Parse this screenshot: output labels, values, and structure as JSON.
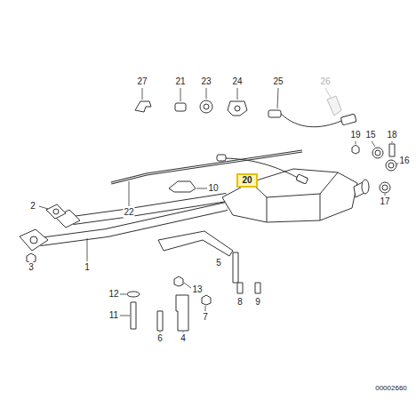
{
  "diagram": {
    "nodes": [
      {
        "text": [
          "20"
        ]
      }
    ],
    "labels": [
      "27",
      "21",
      "23",
      "24",
      "25",
      "26",
      "19",
      "15",
      "18",
      "16",
      "22",
      "10",
      "2",
      "17",
      "3",
      "1",
      "5",
      "12",
      "13",
      "11",
      "8",
      "9",
      "7",
      "6",
      "4",
      "00002660"
    ]
  }
}
